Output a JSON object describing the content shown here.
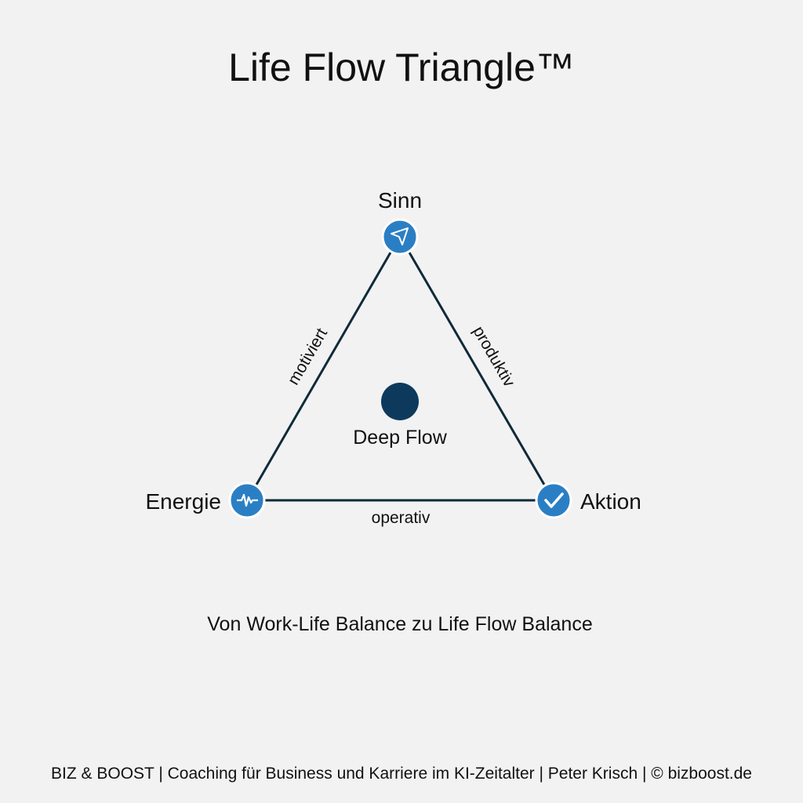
{
  "title": "Life Flow Triangle™",
  "nodes": {
    "top": {
      "label": "Sinn",
      "icon": "navigation-arrow-icon"
    },
    "left": {
      "label": "Energie",
      "icon": "pulse-icon"
    },
    "right": {
      "label": "Aktion",
      "icon": "checkmark-icon"
    }
  },
  "edges": {
    "left": "motiviert",
    "right": "produktiv",
    "bottom": "operativ"
  },
  "center": {
    "label": "Deep Flow"
  },
  "subtitle": "Von Work-Life Balance zu Life Flow Balance",
  "footer": "BIZ & BOOST | Coaching für Business und Karriere im KI-Zeitalter | Peter Krisch | © bizboost.de",
  "colors": {
    "node": "#2a7fc4",
    "line": "#0f2a3a",
    "center": "#0d3a5c",
    "background": "#f2f2f2"
  }
}
